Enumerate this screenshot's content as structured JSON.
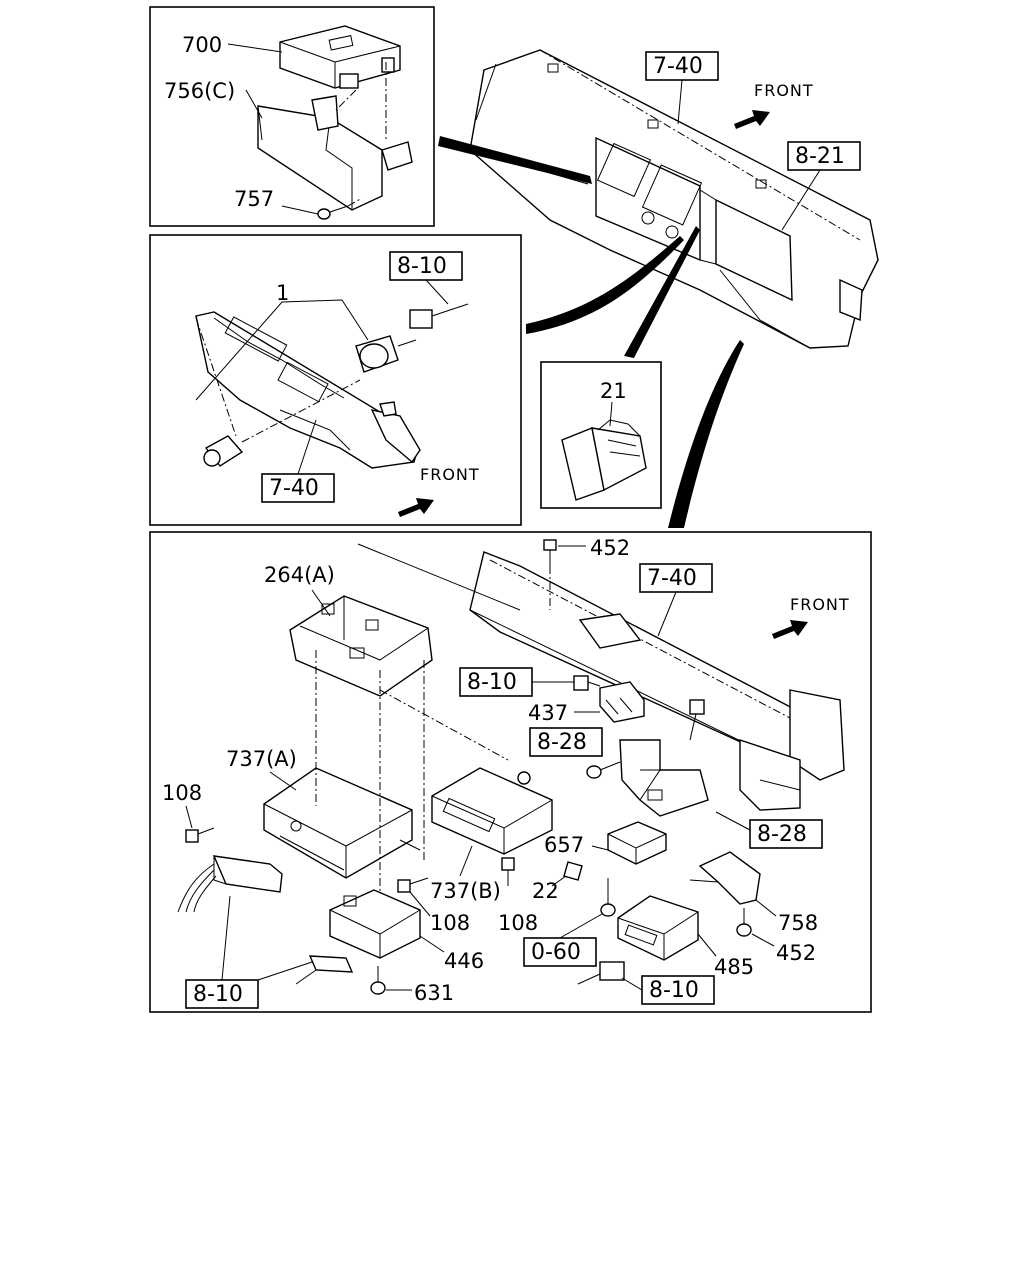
{
  "diagram": {
    "front_label": "FRONT",
    "panel_a": {
      "callouts": [
        "700",
        "756(C)",
        "757"
      ]
    },
    "panel_b": {
      "callouts": [
        "1"
      ],
      "refs": [
        "8-10",
        "7-40"
      ]
    },
    "panel_c": {
      "callouts": [
        "21"
      ]
    },
    "panel_overview": {
      "refs": [
        "7-40",
        "8-21"
      ]
    },
    "panel_d": {
      "callouts": [
        "452",
        "264(A)",
        "437",
        "737(A)",
        "108",
        "737(B)",
        "108",
        "108",
        "657",
        "22",
        "446",
        "631",
        "758",
        "452",
        "485"
      ],
      "refs": [
        "7-40",
        "8-10",
        "8-28",
        "8-28",
        "0-60",
        "8-10",
        "8-10"
      ]
    }
  }
}
